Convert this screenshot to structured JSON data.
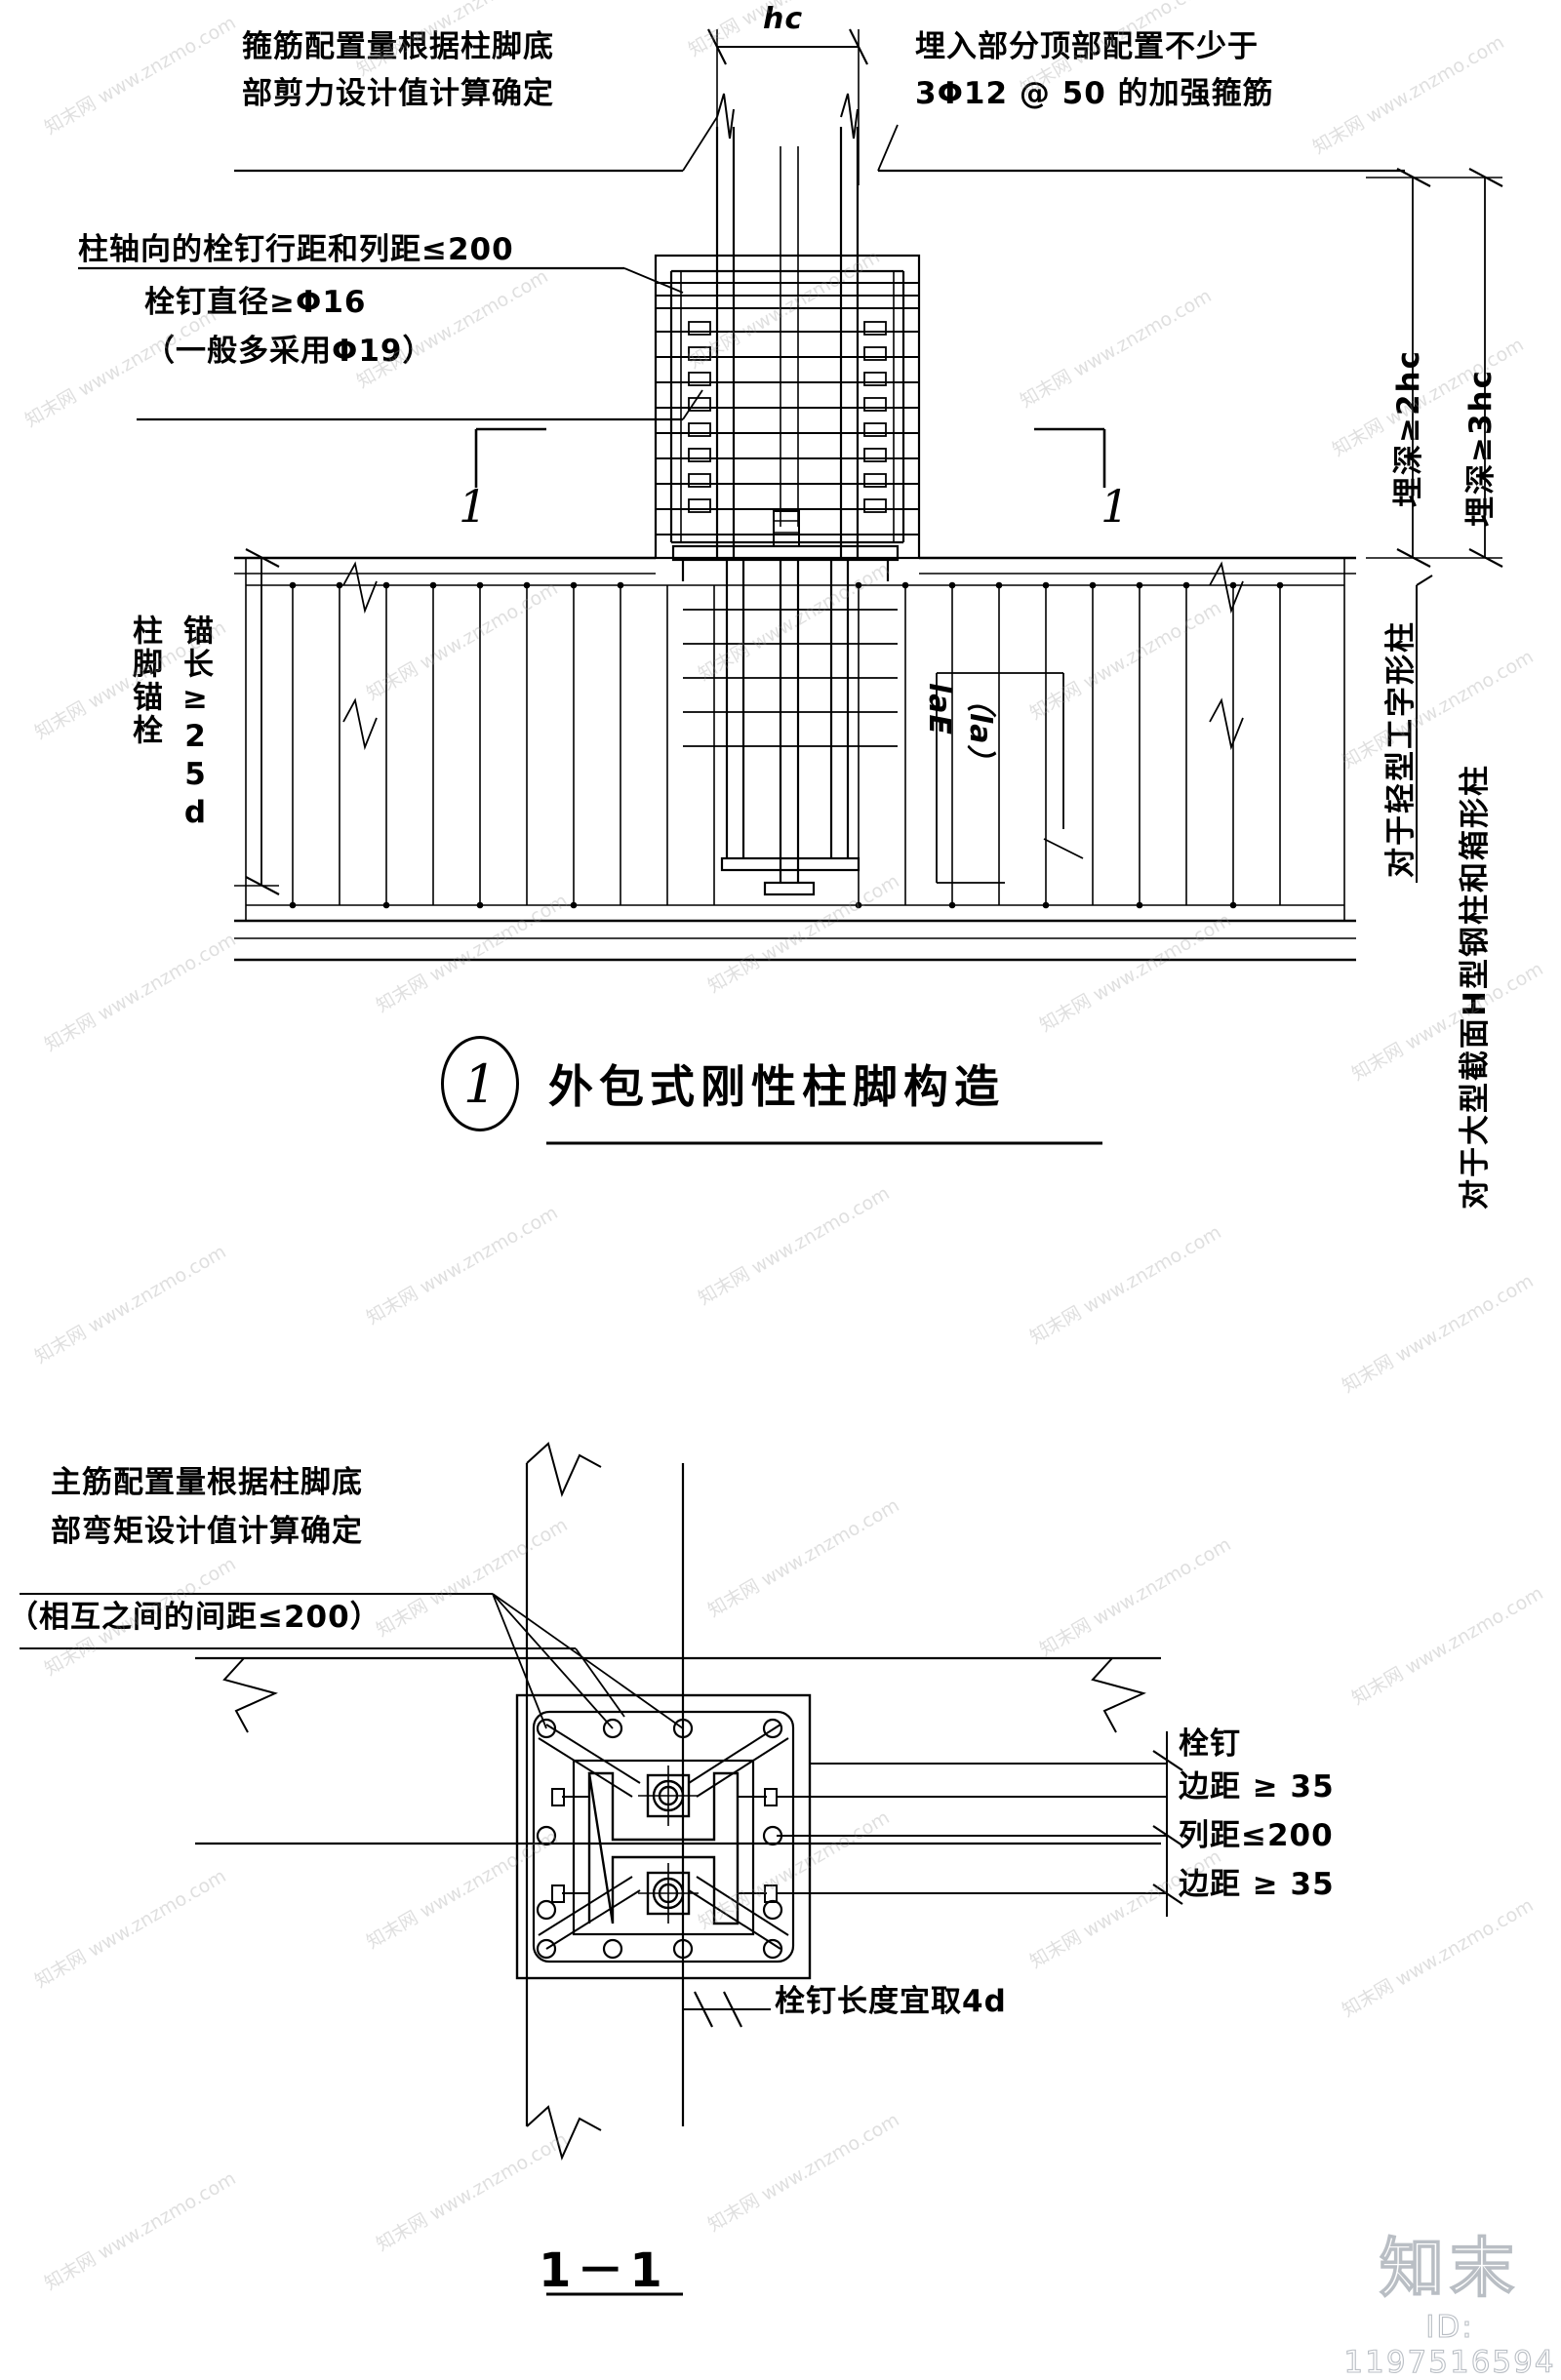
{
  "document": {
    "type": "engineering-detail-drawing",
    "title_main": "外包式刚性柱脚构造",
    "title_marker": "1",
    "section_title": "1－1"
  },
  "top_view": {
    "dim_hc": "hc",
    "note_left_1": "箍筋配置量根据柱脚底",
    "note_left_2": "部剪力设计值计算确定",
    "note_right_1": "埋入部分顶部配置不少于",
    "note_right_2": "3Φ12 @ 50 的加强箍筋",
    "note_stud_1": "柱轴向的栓钉行距和列距≤200",
    "note_stud_2": "栓钉直径≥Φ16",
    "note_stud_3": "（一般多采用Φ19）",
    "anchor_label_1": "柱脚锚栓",
    "anchor_label_2": "锚长≥25d",
    "lap_label_1": "laE",
    "lap_label_2": "（la）",
    "depth_label_1": "埋深≥2hc",
    "depth_label_2": "埋深≥3hc",
    "col_type_1": "对于轻型工字形柱",
    "col_type_2": "对于大型截面H型钢柱和箱形柱",
    "section_cut_left": "1",
    "section_cut_right": "1"
  },
  "section_view": {
    "note_main_1": "主筋配置量根据柱脚底",
    "note_main_2": "部弯矩设计值计算确定",
    "note_main_3": "（相互之间的间距≤200）",
    "stud_label": "栓钉",
    "edge_dist_top": "边距 ≥  35",
    "row_spacing": "列距≤200",
    "edge_dist_bottom": "边距 ≥  35",
    "stud_length": "栓钉长度宜取4d"
  },
  "watermark": {
    "brand": "知末",
    "id": "ID: 1197516594",
    "tile_text": "知末网 www.znzmo.com"
  },
  "colors": {
    "ink": "#000000",
    "paper": "#ffffff",
    "watermark": "#b9bec4"
  }
}
